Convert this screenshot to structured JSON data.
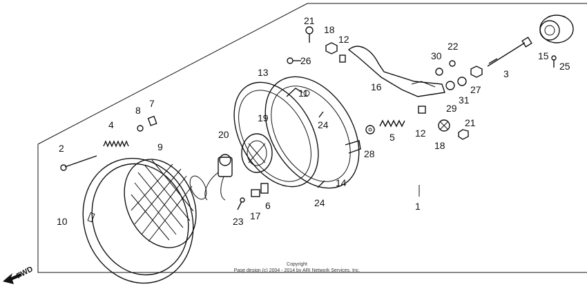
{
  "diagram": {
    "callouts": {
      "p1": "1",
      "p2": "2",
      "p3": "3",
      "p4": "4",
      "p5": "5",
      "p6": "6",
      "p7": "7",
      "p8": "8",
      "p9": "9",
      "p10": "10",
      "p11": "11",
      "p12a": "12",
      "p12b": "12",
      "p13": "13",
      "p14": "14",
      "p15": "15",
      "p16": "16",
      "p17": "17",
      "p18a": "18",
      "p18b": "18",
      "p19": "19",
      "p20": "20",
      "p21a": "21",
      "p21b": "21",
      "p22": "22",
      "p23": "23",
      "p24a": "24",
      "p24b": "24",
      "p25": "25",
      "p26": "26",
      "p27": "27",
      "p28": "28",
      "p29": "29",
      "p30": "30",
      "p31": "31"
    },
    "direction_label": "FWD",
    "copyright": {
      "line1": "Copyright",
      "line2": "Page design (c) 2004 - 2014 by ARI Network Services, Inc."
    }
  }
}
